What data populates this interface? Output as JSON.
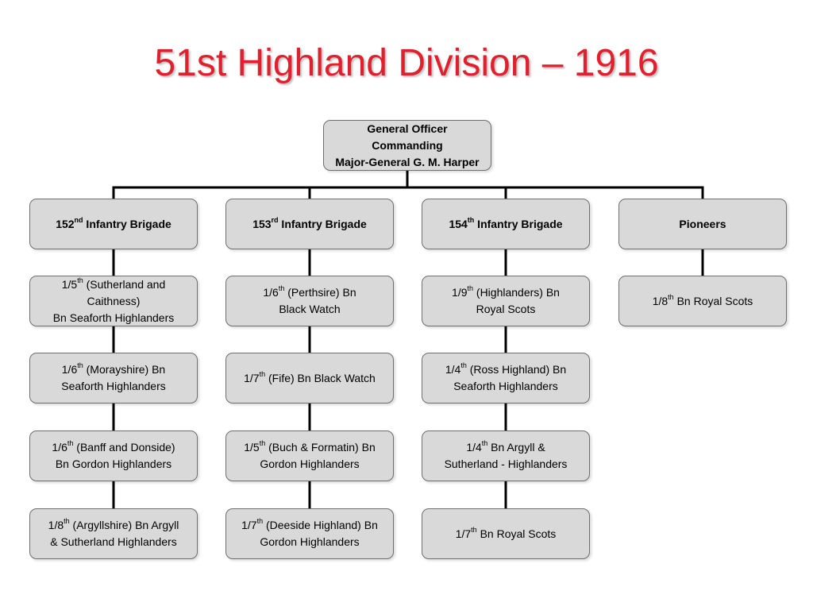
{
  "slide": {
    "title": "51st Highland Division – 1916"
  },
  "root": {
    "lines": [
      [
        "General Officer"
      ],
      [
        "Commanding"
      ],
      [
        "Major-General G. M. Harper"
      ]
    ]
  },
  "columns": [
    {
      "header": [
        [
          "152",
          "nd",
          " Infantry Brigade"
        ]
      ],
      "units": [
        [
          [
            "1/5",
            "th",
            " (Sutherland and"
          ],
          [
            "Caithness)"
          ],
          [
            "Bn Seaforth Highlanders"
          ]
        ],
        [
          [
            "1/6",
            "th",
            " (Morayshire) Bn"
          ],
          [
            "Seaforth Highlanders"
          ]
        ],
        [
          [
            "1/6",
            "th",
            " (Banff and Donside)"
          ],
          [
            "Bn Gordon Highlanders"
          ]
        ],
        [
          [
            "1/8",
            "th",
            " (Argyllshire) Bn Argyll"
          ],
          [
            "& Sutherland Highlanders"
          ]
        ]
      ]
    },
    {
      "header": [
        [
          "153",
          "rd",
          " Infantry Brigade"
        ]
      ],
      "units": [
        [
          [
            "1/6",
            "th",
            " (Perthsire) Bn"
          ],
          [
            "Black Watch"
          ]
        ],
        [
          [
            "1/7",
            "th",
            " (Fife) Bn Black Watch"
          ]
        ],
        [
          [
            "1/5",
            "th",
            " (Buch & Formatin) Bn"
          ],
          [
            "Gordon Highlanders"
          ]
        ],
        [
          [
            "1/7",
            "th",
            " (Deeside Highland) Bn"
          ],
          [
            "Gordon Highlanders"
          ]
        ]
      ]
    },
    {
      "header": [
        [
          "154",
          "th",
          " Infantry Brigade"
        ]
      ],
      "units": [
        [
          [
            "1/9",
            "th",
            "  (Highlanders) Bn"
          ],
          [
            "Royal Scots"
          ]
        ],
        [
          [
            "1/4",
            "th",
            " (Ross Highland) Bn"
          ],
          [
            "Seaforth Highlanders"
          ]
        ],
        [
          [
            "1/4",
            "th",
            " Bn Argyll &"
          ],
          [
            "Sutherland - Highlanders"
          ]
        ],
        [
          [
            "1/7",
            "th",
            " Bn Royal Scots"
          ]
        ]
      ]
    },
    {
      "header": [
        [
          "Pioneers"
        ]
      ],
      "units": [
        [
          [
            "1/8",
            "th",
            " Bn Royal Scots"
          ]
        ]
      ]
    }
  ]
}
